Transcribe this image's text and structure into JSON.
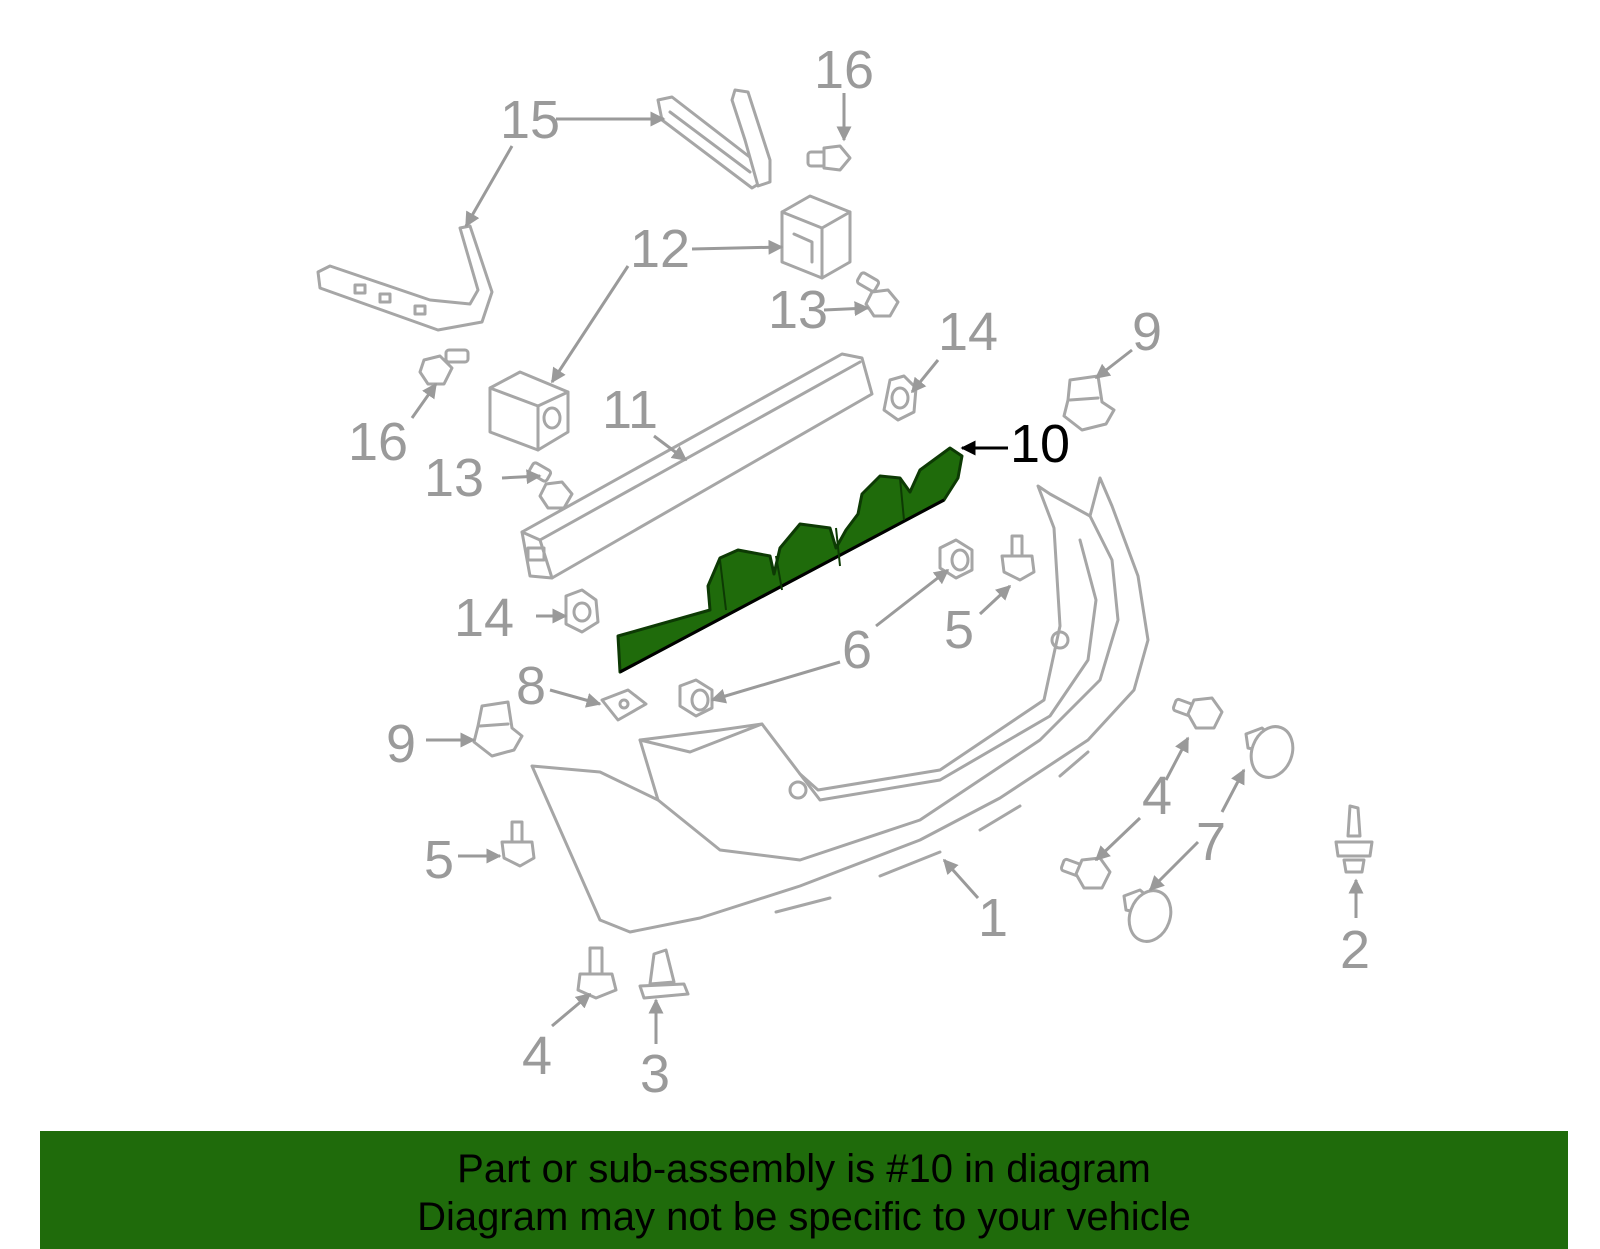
{
  "highlight_color": "#1f6b0b",
  "highlighted_part": "10",
  "callouts": {
    "c1": "1",
    "c2": "2",
    "c3": "3",
    "c4a": "4",
    "c4b": "4",
    "c5a": "5",
    "c5b": "5",
    "c6": "6",
    "c7": "7",
    "c8": "8",
    "c9a": "9",
    "c9b": "9",
    "c10": "10",
    "c11": "11",
    "c12": "12",
    "c13a": "13",
    "c13b": "13",
    "c14a": "14",
    "c14b": "14",
    "c15": "15",
    "c16a": "16",
    "c16b": "16"
  },
  "banner": {
    "line1": "Part or sub-assembly is #10 in diagram",
    "line2": "Diagram may not be specific to your vehicle"
  }
}
